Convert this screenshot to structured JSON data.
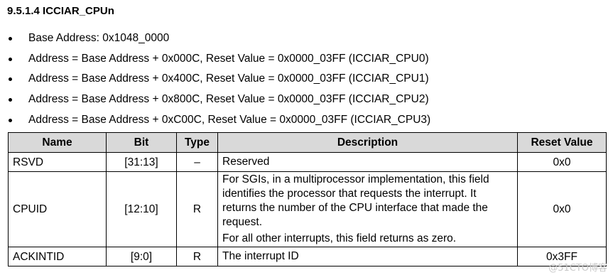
{
  "section": {
    "title": "9.5.1.4 ICCIAR_CPUn"
  },
  "bullets": [
    "Base Address: 0x1048_0000",
    "Address = Base Address + 0x000C, Reset Value = 0x0000_03FF (ICCIAR_CPU0)",
    "Address = Base Address + 0x400C, Reset Value = 0x0000_03FF (ICCIAR_CPU1)",
    "Address = Base Address + 0x800C, Reset Value = 0x0000_03FF (ICCIAR_CPU2)",
    "Address = Base Address + 0xC00C, Reset Value = 0x0000_03FF (ICCIAR_CPU3)"
  ],
  "table": {
    "headers": [
      "Name",
      "Bit",
      "Type",
      "Description",
      "Reset Value"
    ],
    "rows": [
      {
        "name": "RSVD",
        "bit": "[31:13]",
        "type": "–",
        "description": [
          "Reserved"
        ],
        "reset": "0x0"
      },
      {
        "name": "CPUID",
        "bit": "[12:10]",
        "type": "R",
        "description": [
          "For SGIs, in a multiprocessor implementation, this field identifies the processor that requests the interrupt. It returns the number of the CPU interface that made the request.",
          "For all other interrupts, this field returns as zero."
        ],
        "reset": "0x0"
      },
      {
        "name": "ACKINTID",
        "bit": "[9:0]",
        "type": "R",
        "description": [
          "The interrupt ID"
        ],
        "reset": "0x3FF"
      }
    ]
  },
  "watermark": "@51CTO博客"
}
